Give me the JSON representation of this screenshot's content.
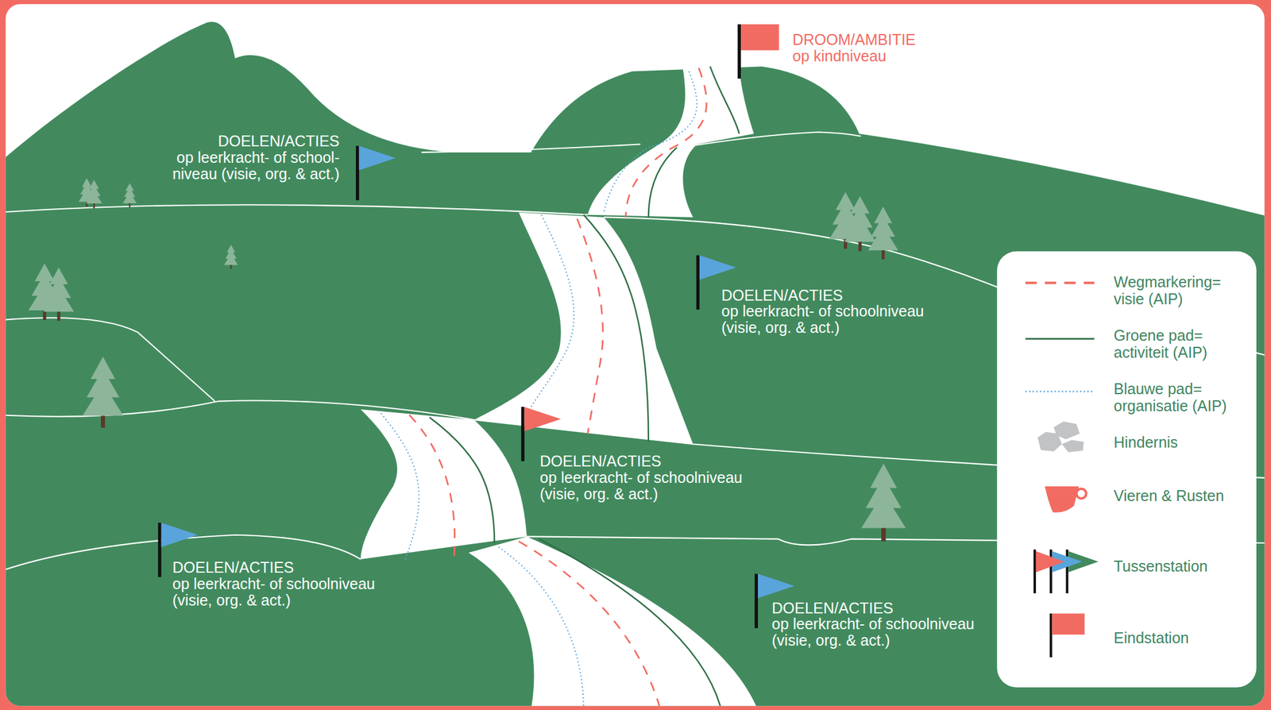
{
  "diagram": {
    "labels": [
      "DROOM/AMBITIE",
      "op kindniveau",
      "DOELEN/ACTIES",
      "op leerkracht- of school- niveau (visie, org. & act.)",
      "DOELEN/ACTIES",
      "op leerkracht- of schoolniveau (visie, org. & act.)",
      "DOELEN/ACTIES",
      "op leerkracht- of schoolniveau (visie, org. & act.)",
      "DOELEN/ACTIES",
      "op leerkracht- of schoolniveau (visie, org. & act.)",
      "DOELEN/ACTIES",
      "op leerkracht- of schoolniveau (visie, org. & act.)"
    ],
    "legend": [
      {
        "text": "Wegmarkering= visie (AIP)"
      },
      {
        "text": "Groene pad= activiteit (AIP)"
      },
      {
        "text": "Blauwe pad= organisatie (AIP)"
      },
      {
        "text": "Hindernis"
      },
      {
        "text": "Vieren & Rusten"
      },
      {
        "text": "Tussenstation"
      },
      {
        "text": "Eindstation"
      }
    ]
  }
}
